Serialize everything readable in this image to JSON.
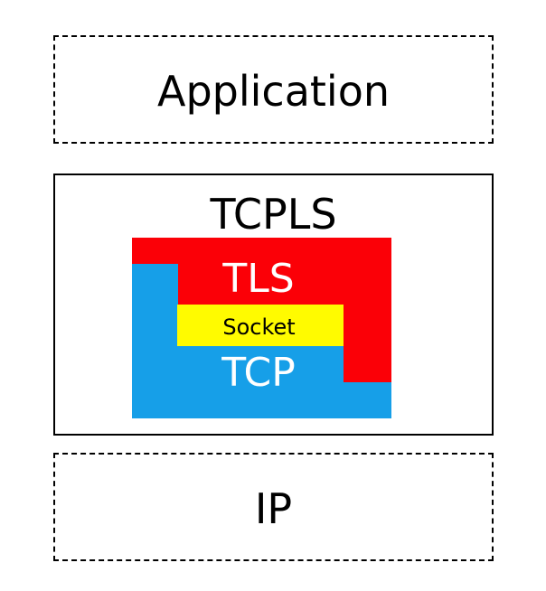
{
  "colors": {
    "tls": "#fb0007",
    "tcp": "#169fe8",
    "socket": "#fffb00",
    "border": "#000000"
  },
  "layers": {
    "application": {
      "label": "Application",
      "border": "dashed"
    },
    "tcpls": {
      "label": "TCPLS",
      "border": "solid",
      "tls_label": "TLS",
      "socket_label": "Socket",
      "tcp_label": "TCP"
    },
    "ip": {
      "label": "IP",
      "border": "dashed"
    }
  }
}
